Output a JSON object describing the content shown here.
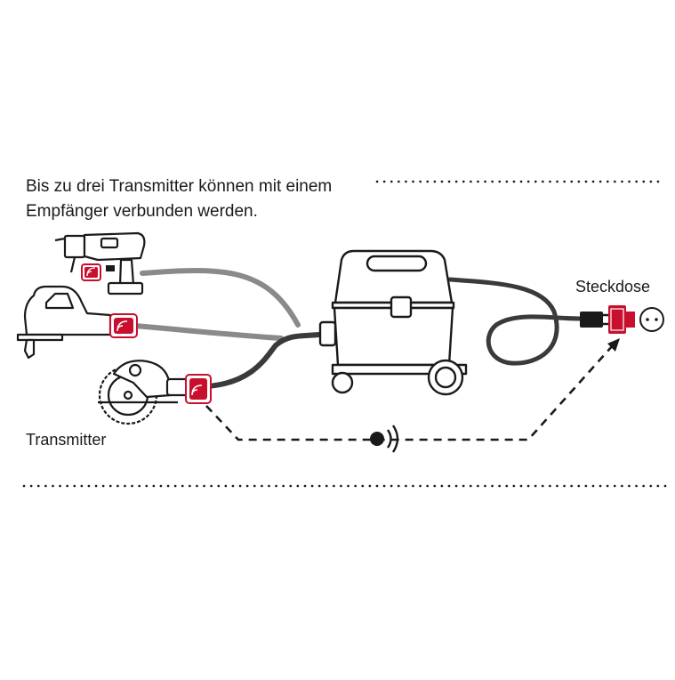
{
  "caption": {
    "line1": "Bis zu drei Transmitter können mit einem",
    "line2": "Empfänger verbunden werden."
  },
  "labels": {
    "socket": "Steckdose",
    "transmitter": "Transmitter"
  },
  "colors": {
    "accent": "#c8102e",
    "ink": "#1a1a1a",
    "hose_active": "#3a3a3a",
    "hose_inactive": "#8a8a8a"
  },
  "icons": {
    "drill": "cordless-drill-icon",
    "jigsaw": "jigsaw-icon",
    "circular_saw": "circular-saw-icon",
    "vacuum": "wet-dry-vacuum-icon",
    "plug": "plug-icon",
    "receiver": "receiver-icon",
    "socket": "wall-socket-icon",
    "signal": "wireless-signal-icon"
  }
}
